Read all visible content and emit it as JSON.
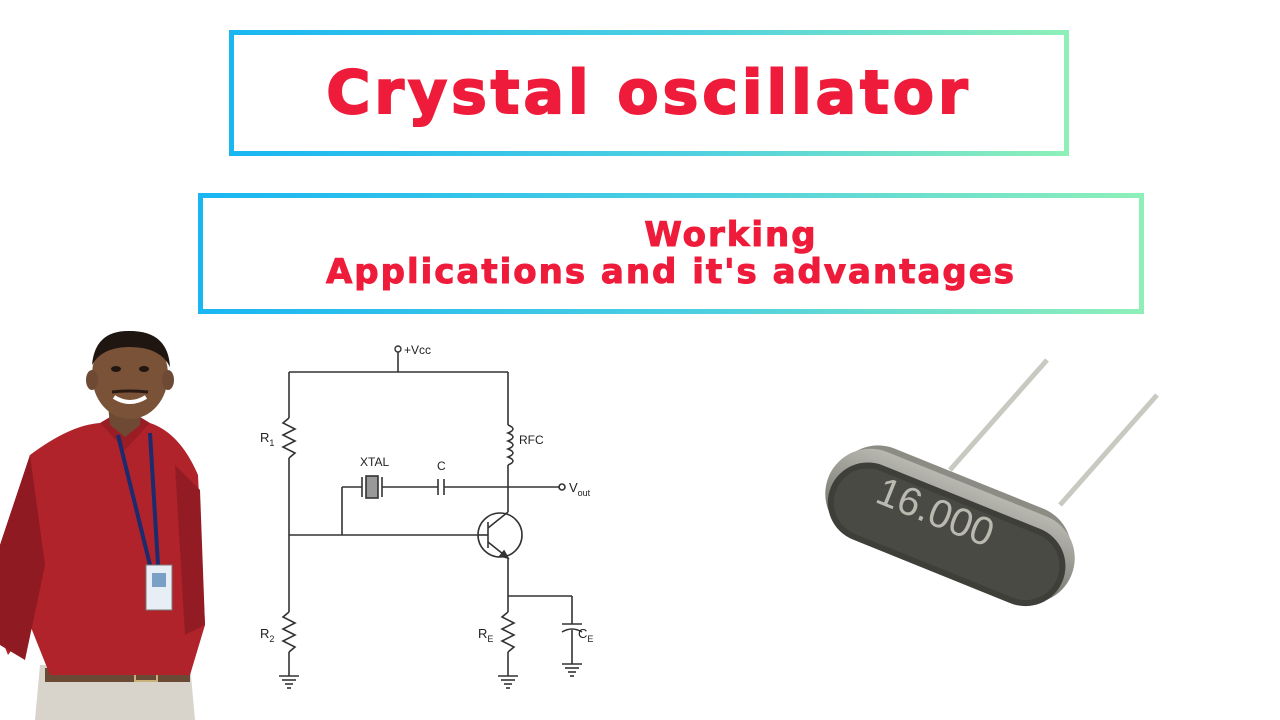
{
  "title": "Crystal oscillator",
  "subtitle": {
    "line1": "Working",
    "line2": "Applications and it's advantages"
  },
  "circuit": {
    "vcc": "+Vcc",
    "r1": "R",
    "r1_sub": "1",
    "r2": "R",
    "r2_sub": "2",
    "re": "R",
    "re_sub": "E",
    "ce": "C",
    "ce_sub": "E",
    "rfc": "RFC",
    "xtal": "XTAL",
    "c": "C",
    "vout": "V",
    "vout_sub": "out"
  },
  "crystal_marking": "16.000",
  "colors": {
    "title_red": "#ee1c3a",
    "border_start": "#19b6f2",
    "border_end": "#8ef0b8"
  }
}
